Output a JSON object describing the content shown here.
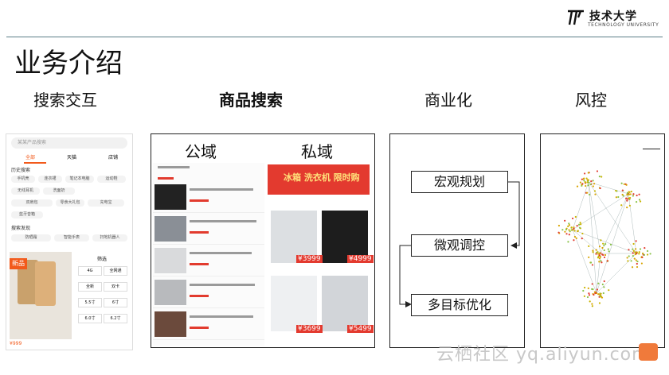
{
  "header": {
    "logo_text": "技术大学",
    "logo_sub": "TECHNOLOGY UNIVERSITY",
    "title": "业务介绍"
  },
  "categories": [
    "搜索交互",
    "商品搜索",
    "商业化",
    "风控"
  ],
  "panel1": {
    "search_placeholder": "某某产品搜索",
    "tabs": [
      "全部",
      "天猫",
      "店铺"
    ],
    "history_label": "历史搜索",
    "history_chips": [
      "手机壳",
      "连衣裙",
      "笔记本电脑",
      "运动鞋",
      "无线耳机",
      "洗面奶",
      "双肩包",
      "零食大礼包",
      "充电宝",
      "蓝牙音箱"
    ],
    "discover_label": "搜索发现",
    "discover_chips": [
      "防晒霜",
      "智能手表",
      "扫地机器人"
    ],
    "badge": "新品",
    "filter_title": "筛选",
    "filter_cells": [
      "4G",
      "全网通",
      "全新",
      "双卡",
      "5.5寸",
      "6寸",
      "6.0寸",
      "6.2寸"
    ],
    "price": "¥999"
  },
  "panel2": {
    "left_title": "公域",
    "right_title": "私域",
    "right_banner": "冰箱 洗衣机 限时购",
    "prices": [
      "¥3999",
      "¥4999",
      "¥3699",
      "¥5499"
    ]
  },
  "panel3": {
    "nodes": [
      "宏观规划",
      "微观调控",
      "多目标优化"
    ]
  },
  "watermark": "云栖社区 yq.aliyun.com",
  "colors": {
    "accent": "#f25a1b",
    "rule": "#5a7d86",
    "red": "#e33a2f"
  }
}
